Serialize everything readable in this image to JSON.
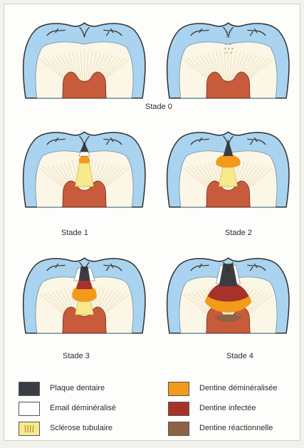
{
  "stages": [
    {
      "id": "stade-0",
      "label": "Stade 0"
    },
    {
      "id": "stade-1",
      "label": "Stade 1"
    },
    {
      "id": "stade-2",
      "label": "Stade 2"
    },
    {
      "id": "stade-3",
      "label": "Stade 3"
    },
    {
      "id": "stade-4",
      "label": "Stade 4"
    }
  ],
  "legend": [
    {
      "label": "Plaque dentaire",
      "color": "#3a3d42"
    },
    {
      "label": "Email déminéralisé",
      "color": "#ffffff"
    },
    {
      "label": "Sclérose tubulaire",
      "color": "#f7e98c"
    },
    {
      "label": "Dentine déminéralisée",
      "color": "#f29b1a"
    },
    {
      "label": "Dentine infectée",
      "color": "#a8322a"
    },
    {
      "label": "Dentine réactionnelle",
      "color": "#8f6246"
    }
  ],
  "colors": {
    "enamel": "#a9d3ee",
    "dentin": "#fbf6e6",
    "pulp": "#c75b3c",
    "tubule": "#e6d8ae",
    "outline": "#2f2f2f"
  }
}
